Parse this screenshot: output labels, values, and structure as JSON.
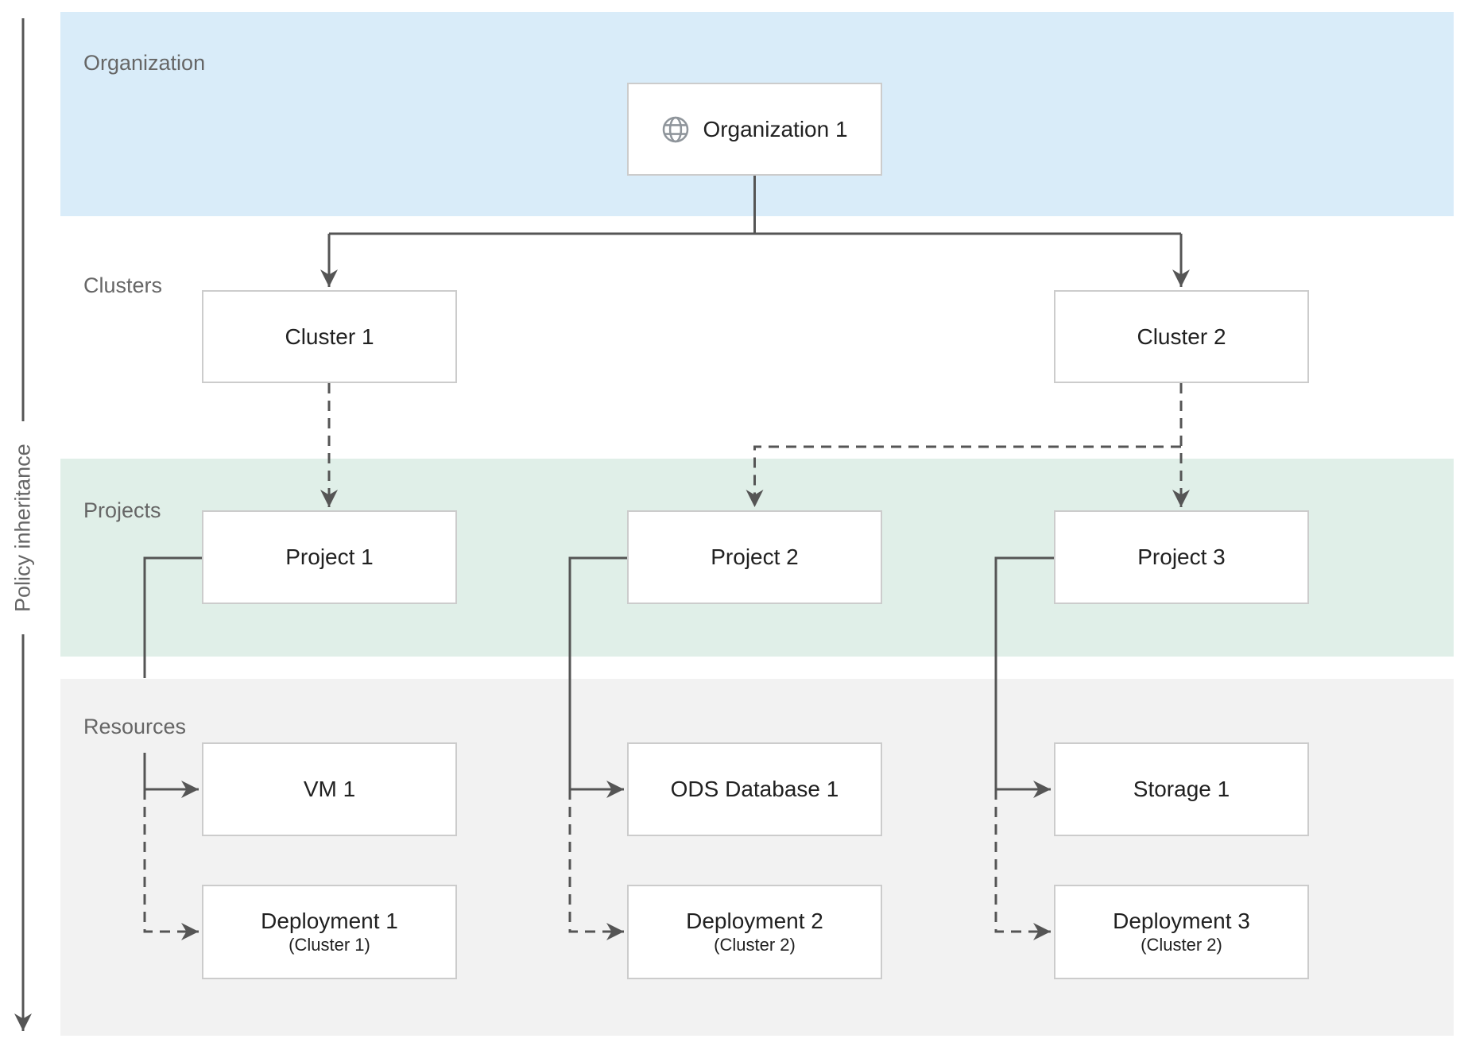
{
  "policy_axis": {
    "label": "Policy inheritance"
  },
  "bands": {
    "organization": {
      "label": "Organization",
      "color": "#D9ECF9"
    },
    "clusters": {
      "label": "Clusters",
      "color": "#FFFFFF"
    },
    "projects": {
      "label": "Projects",
      "color": "#E0EFE8"
    },
    "resources": {
      "label": "Resources",
      "color": "#F2F2F2"
    }
  },
  "nodes": {
    "organization1": {
      "label": "Organization 1",
      "icon": "globe-icon"
    },
    "cluster1": {
      "label": "Cluster 1"
    },
    "cluster2": {
      "label": "Cluster 2"
    },
    "project1": {
      "label": "Project 1"
    },
    "project2": {
      "label": "Project 2"
    },
    "project3": {
      "label": "Project 3"
    },
    "vm1": {
      "label": "VM 1"
    },
    "ods_database1": {
      "label": "ODS Database 1"
    },
    "storage1": {
      "label": "Storage 1"
    },
    "deployment1": {
      "label": "Deployment 1",
      "caption": "(Cluster 1)"
    },
    "deployment2": {
      "label": "Deployment 2",
      "caption": "(Cluster 2)"
    },
    "deployment3": {
      "label": "Deployment 3",
      "caption": "(Cluster 2)"
    }
  },
  "edges": [
    {
      "from": "organization1",
      "to": "cluster1",
      "style": "solid"
    },
    {
      "from": "organization1",
      "to": "cluster2",
      "style": "solid"
    },
    {
      "from": "cluster1",
      "to": "project1",
      "style": "dashed"
    },
    {
      "from": "cluster2",
      "to": "project2",
      "style": "dashed"
    },
    {
      "from": "cluster2",
      "to": "project3",
      "style": "dashed"
    },
    {
      "from": "project1",
      "to": "vm1",
      "style": "solid"
    },
    {
      "from": "project1",
      "to": "deployment1",
      "style": "dashed"
    },
    {
      "from": "project2",
      "to": "ods_database1",
      "style": "solid"
    },
    {
      "from": "project2",
      "to": "deployment2",
      "style": "dashed"
    },
    {
      "from": "project3",
      "to": "storage1",
      "style": "solid"
    },
    {
      "from": "project3",
      "to": "deployment3",
      "style": "dashed"
    }
  ],
  "colors": {
    "connector": "#555555",
    "band_label_text": "#666666",
    "node_text": "#212121",
    "node_border": "#CCCCCC",
    "globe_icon": "#8F959B"
  }
}
